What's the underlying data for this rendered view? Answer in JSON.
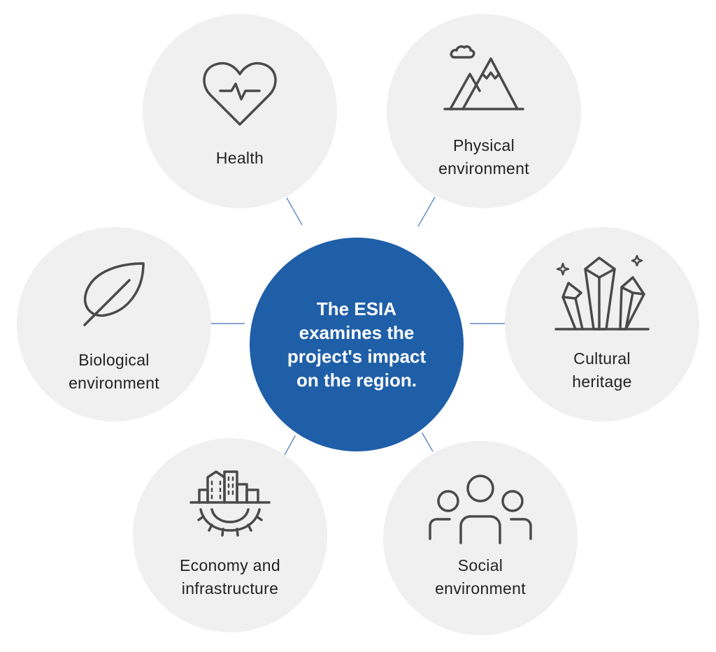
{
  "center": {
    "lines": [
      "The ESIA",
      "examines the",
      "project's impact",
      "on the region."
    ]
  },
  "nodes": {
    "health": {
      "lines": [
        "Health"
      ],
      "icon": "heart-pulse-icon"
    },
    "physical": {
      "lines": [
        "Physical",
        "environment"
      ],
      "icon": "mountains-cloud-icon"
    },
    "biological": {
      "lines": [
        "Biological",
        "environment"
      ],
      "icon": "leaf-icon"
    },
    "cultural": {
      "lines": [
        "Cultural",
        "heritage"
      ],
      "icon": "crystals-icon"
    },
    "economy": {
      "lines": [
        "Economy and",
        "infrastructure"
      ],
      "icon": "city-gear-icon"
    },
    "social": {
      "lines": [
        "Social",
        "environment"
      ],
      "icon": "people-group-icon"
    }
  },
  "colors": {
    "center_fill": "#1f5fa8",
    "node_fill": "#f0f0f0",
    "connector": "#3d6fb6",
    "icon_stroke": "#4a4a4a"
  }
}
